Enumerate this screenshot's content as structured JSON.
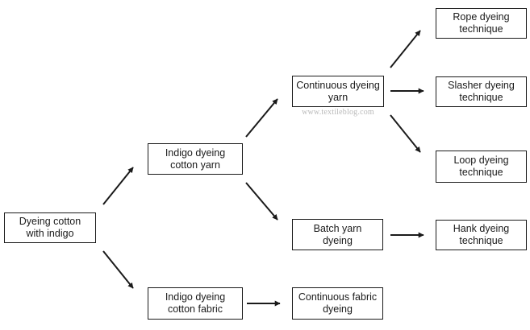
{
  "nodes": {
    "root": {
      "label": "Dyeing cotton\nwith indigo"
    },
    "yarn": {
      "label": "Indigo dyeing\ncotton yarn"
    },
    "fabric": {
      "label": "Indigo dyeing\ncotton fabric"
    },
    "continuous_yarn": {
      "label": "Continuous dyeing\nyarn"
    },
    "batch_yarn": {
      "label": "Batch yarn\ndyeing"
    },
    "continuous_fabric": {
      "label": "Continuous fabric\ndyeing"
    },
    "rope": {
      "label": "Rope dyeing\ntechnique"
    },
    "slasher": {
      "label": "Slasher dyeing\ntechnique"
    },
    "loop": {
      "label": "Loop dyeing\ntechnique"
    },
    "hank": {
      "label": "Hank dyeing\ntechnique"
    }
  },
  "watermark": "www.textileblog.com",
  "colors": {
    "stroke": "#1a1a1a",
    "watermark": "#b9b9b9",
    "background": "#ffffff"
  }
}
